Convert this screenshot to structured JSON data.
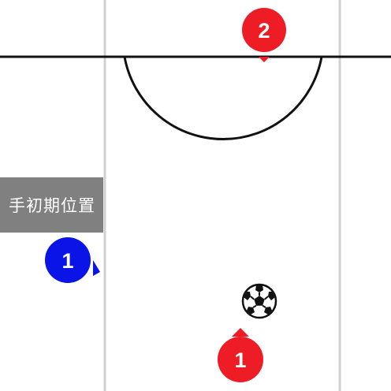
{
  "caption": {
    "text": "手初期位置"
  },
  "players": [
    {
      "role": "red-player-2",
      "team": "red",
      "number": "2",
      "facing": "down"
    },
    {
      "role": "blue-player-1",
      "team": "blue",
      "number": "1",
      "facing": "right"
    },
    {
      "role": "red-player-1",
      "team": "red",
      "number": "1",
      "facing": "up"
    }
  ],
  "ball": {
    "icon": "soccer-ball-icon"
  },
  "colors": {
    "red_team": "#ee1c25",
    "blue_team": "#0a14e6",
    "pitch_line": "#111111",
    "lane_line": "#d0d0d0",
    "caption_bg": "#808080",
    "background": "#ffffff"
  }
}
